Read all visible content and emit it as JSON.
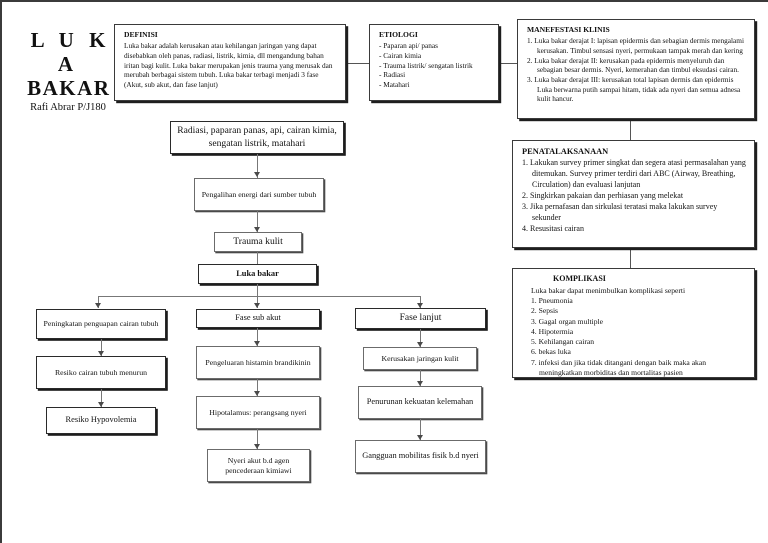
{
  "document": {
    "title_line1": "L U K A",
    "title_line2": "BAKAR",
    "author": "Rafi Abrar P/J180"
  },
  "info_boxes": {
    "definisi": {
      "heading": "DEFINISI",
      "body": "Luka bakar adalah kerusakan atau kehilangan jaringan yang dapat disebabkan oleh panas, radiasi, listrik, kimia, dll mengandung bahan iritan bagi kulit. Luka bakar merupakan jenis trauma yang merusak dan merubah berbagai sistem tubuh. Luka bakar terbagi menjadi 3 fase (Akut, sub akut, dan fase lanjut)"
    },
    "etiologi": {
      "heading": "ETIOLOGI",
      "items": [
        "- Paparan api/ panas",
        "- Cairan kimia",
        "- Trauma listrik/ sengatan listrik",
        "- Radiasi",
        "- Matahari"
      ]
    },
    "manefestasi": {
      "heading": "MANEFESTASI KLINIS",
      "items": [
        "1. Luka bakar derajat I: lapisan epidermis dan sebagian dermis mengalami kerusakan. Timbul sensasi nyeri, permukaan tampak merah dan kering",
        "2. Luka bakar derajat II: kerusakan pada epidermis menyeluruh dan sebagian besar dermis. Nyeri, kemerahan dan timbul eksudasi cairan.",
        "3. Luka bakar derajat III: kerusakan total lapisan dermis dan epidermis Luka berwarna putih sampai hitam, tidak ada nyeri dan semua adnesa kulit hancur."
      ]
    },
    "penatalaksanaan": {
      "heading": "PENATALAKSANAAN",
      "items": [
        "1. Lakukan survey primer singkat dan segera atasi permasalahan yang ditemukan. Survey primer terdiri dari ABC (Airway, Breathing, Circulation) dan evaluasi lanjutan",
        "2. Singkirkan pakaian dan perhiasan yang melekat",
        "3. Jika pernafasan dan sirkulasi teratasi maka lakukan survey sekunder",
        "4. Resusitasi cairan"
      ]
    },
    "komplikasi": {
      "heading": "KOMPLIKASI",
      "lead": "Luka bakar dapat menimbulkan komplikasi seperti",
      "items": [
        "1. Pneumonia",
        "2. Sepsis",
        "3. Gagal organ multiple",
        "4. Hipotermia",
        "5. Kehilangan cairan",
        "6. bekas luka",
        "7. infeksi dan jika tidak ditangani dengan baik maka akan meningkatkan morbiditas dan mortalitas pasien"
      ]
    }
  },
  "flow": {
    "root": "Radiasi, paparan panas, api, cairan kimia, sengatan listrik, matahari",
    "step2": "Pengalihan energi dari sumber tubuh",
    "step3": "Trauma kulit",
    "step4": "Luka bakar",
    "branch_left": {
      "head": "Peningkatan penguapan cairan tubuh",
      "step2": "Resiko cairan tubuh menurun",
      "step3": "Resiko Hypovolemia"
    },
    "branch_mid": {
      "head": "Fase sub akut",
      "step2": "Pengeluaran histamin brandikinin",
      "step3": "Hipotalamus: perangsang nyeri",
      "step4": "Nyeri akut b.d agen pencederaan kimiawi"
    },
    "branch_right": {
      "head": "Fase lanjut",
      "step2": "Kerusakan jaringan kulit",
      "step3": "Penurunan kekuatan kelemahan",
      "step4": "Gangguan mobilitas fisik b.d nyeri"
    }
  }
}
